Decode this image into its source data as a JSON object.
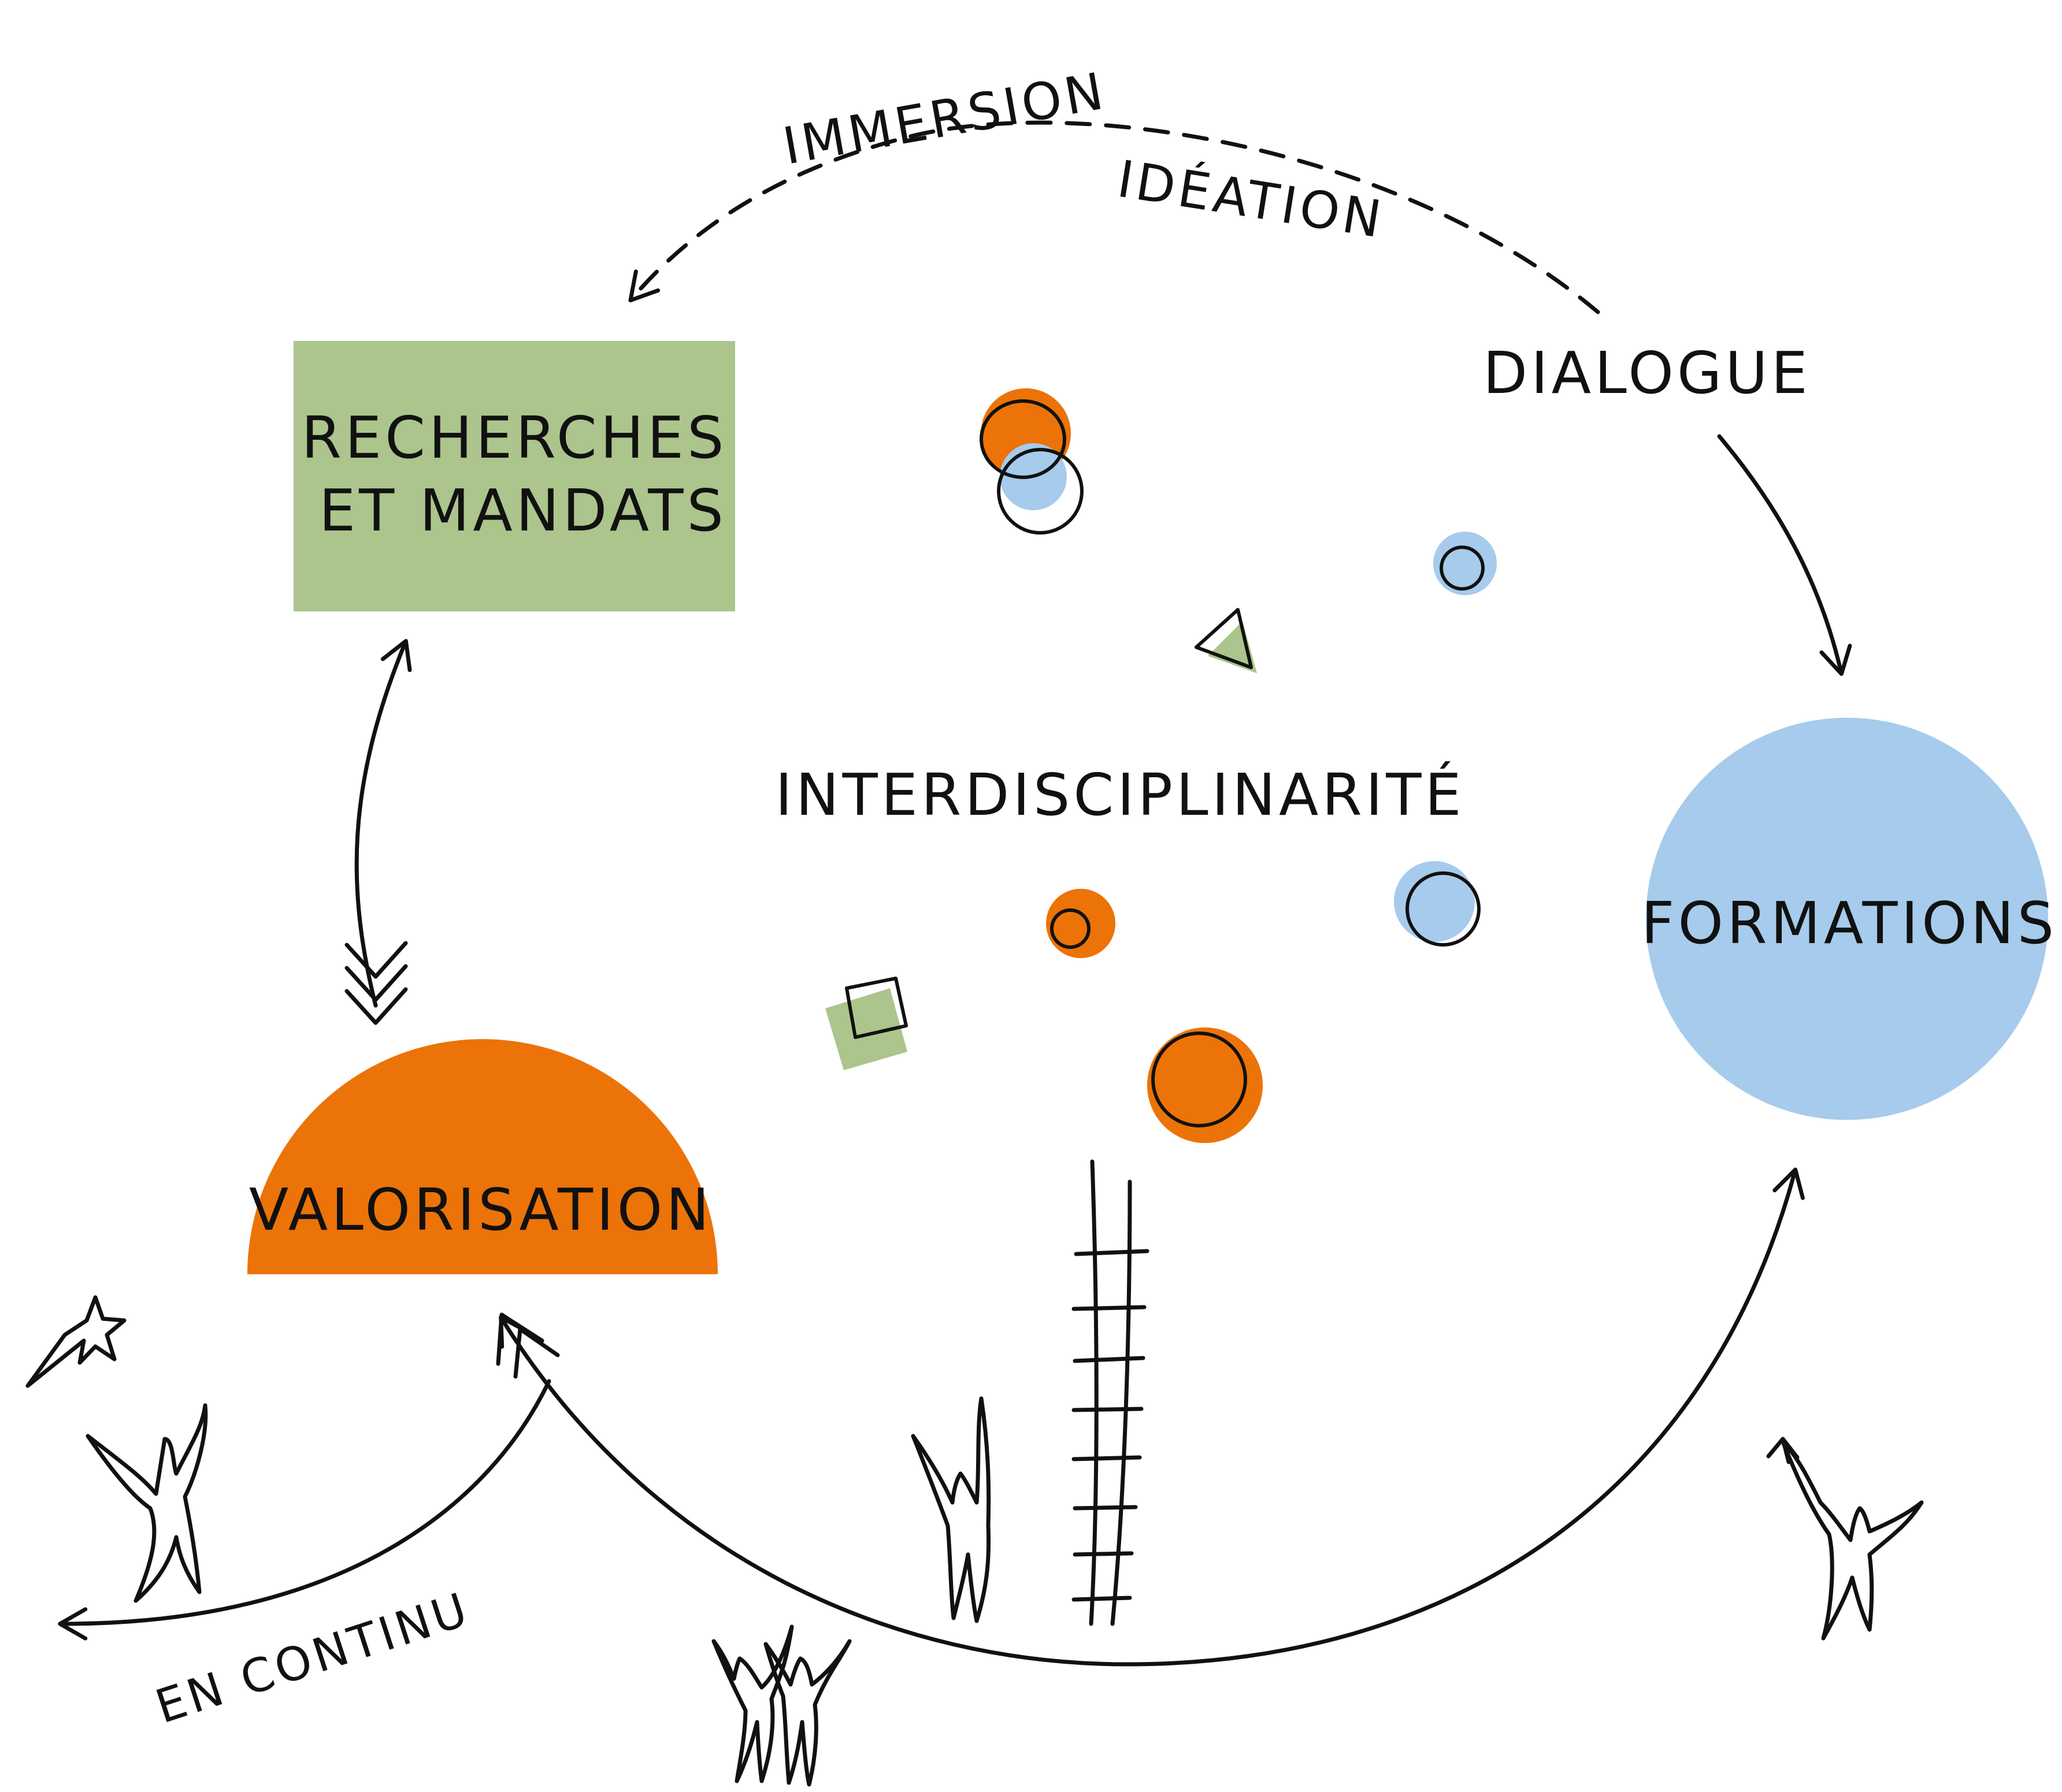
{
  "nodes": {
    "recherches": {
      "line1": "RECHERCHES",
      "line2": "ET MANDATS",
      "color": "#abc58c"
    },
    "formations": {
      "label": "FORMATIONS",
      "color": "#a6cbec"
    },
    "valorisation": {
      "label": "VALORISATION",
      "color": "#ec7307"
    }
  },
  "center_label": "INTERDISCIPLINARITÉ",
  "edge_labels": {
    "immersion": "IMMERSION",
    "ideation": "IDÉATION",
    "dialogue": "DIALOGUE",
    "en_continu": "EN CONTINU"
  },
  "palette": {
    "orange": "#ec7307",
    "blue": "#a6cbec",
    "green": "#abc58c",
    "ink": "#111111"
  }
}
